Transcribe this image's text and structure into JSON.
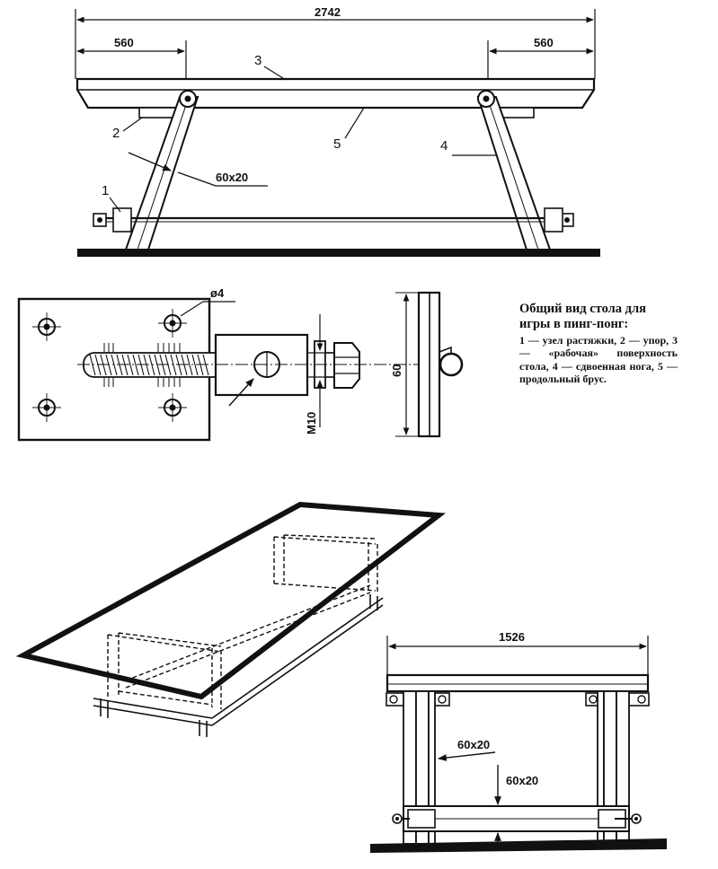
{
  "dimensions": {
    "total_length": "2742",
    "left_offset": "560",
    "right_offset": "560",
    "hole_diameter": "ø4",
    "bolt_thread": "M10",
    "plate_height": "60",
    "width": "1526",
    "side_section": "60x20",
    "front_section_leg": "60x20",
    "front_section_rail": "60x20"
  },
  "callouts": [
    "1",
    "2",
    "3",
    "4",
    "5"
  ],
  "caption": {
    "title": "Общий вид стола для игры в пинг-понг:",
    "body": "1 — узел растяжки, 2 — упор, 3 — «рабочая» поверхность стола, 4 — сдвоенная нога, 5 — продольный брус."
  }
}
